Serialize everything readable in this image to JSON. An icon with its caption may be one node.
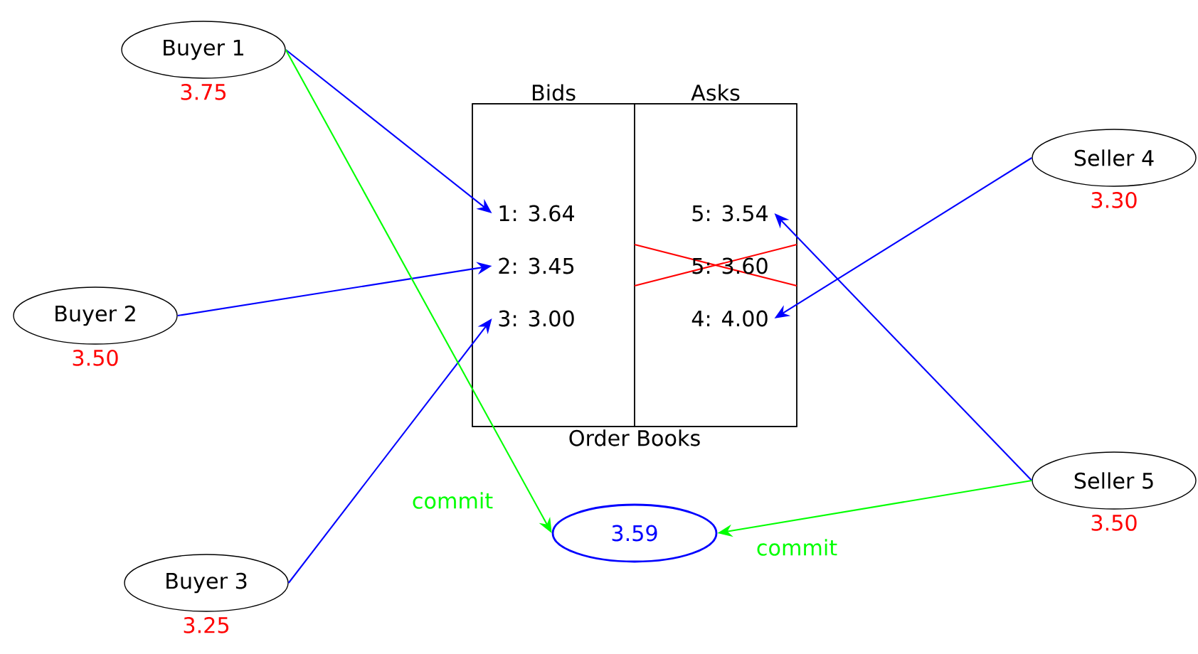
{
  "diagram": {
    "nodes": [
      {
        "text": [
          "Buyer 1"
        ],
        "beside": [
          "3.75"
        ]
      },
      {
        "text": [
          "Buyer 2"
        ],
        "beside": [
          "3.50"
        ]
      },
      {
        "text": [
          "Buyer 3"
        ],
        "beside": [
          "3.25"
        ]
      },
      {
        "text": [
          "Order Books"
        ]
      },
      {
        "text": [
          "Bids"
        ],
        "in": 3
      },
      {
        "text": [
          "Asks"
        ],
        "in": 3
      },
      {
        "text": [
          "1: 3.64"
        ],
        "in": 4
      },
      {
        "text": [
          "2: 3.45"
        ],
        "in": 4
      },
      {
        "text": [
          "3: 3.00"
        ],
        "in": 4
      },
      {
        "text": [
          "5: 3.54"
        ],
        "in": 5
      },
      {
        "text": [
          "5: 3.60"
        ],
        "in": 5
      },
      {
        "text": [
          "4: 4.00"
        ],
        "in": 5
      },
      {
        "text": [
          "Seller 4"
        ],
        "beside": [
          "3.30"
        ]
      },
      {
        "text": [
          "Seller 5"
        ],
        "beside": [
          "3.50"
        ]
      },
      {
        "text": [
          "3.59"
        ]
      }
    ],
    "edges": [
      {
        "from": 0,
        "to": 6,
        "arrow": "to"
      },
      {
        "from": 1,
        "to": 7,
        "arrow": "to"
      },
      {
        "from": 2,
        "to": 8,
        "arrow": "to"
      },
      {
        "from": 12,
        "to": 11,
        "arrow": "to"
      },
      {
        "from": 13,
        "to": 9,
        "arrow": "to"
      },
      {
        "from": 0,
        "to": 14,
        "arrow": "to",
        "label": "commit",
        "color": "#00ff00"
      },
      {
        "from": 13,
        "to": 14,
        "arrow": "to",
        "label": "commit",
        "color": "#00ff00"
      }
    ]
  }
}
